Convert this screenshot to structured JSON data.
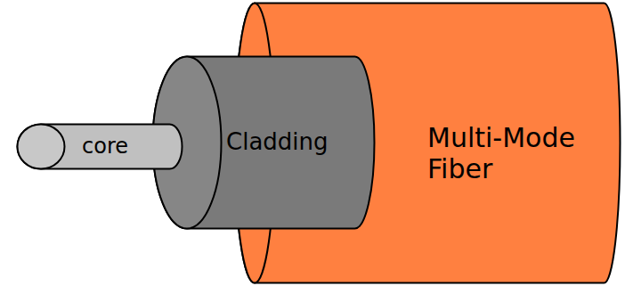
{
  "diagram": {
    "nodes": [
      {
        "text": [
          "Multi-Mode Fiber"
        ]
      },
      {
        "text": [
          "Cladding"
        ],
        "in": 0
      },
      {
        "text": [
          "core"
        ],
        "in": 1
      }
    ]
  }
}
